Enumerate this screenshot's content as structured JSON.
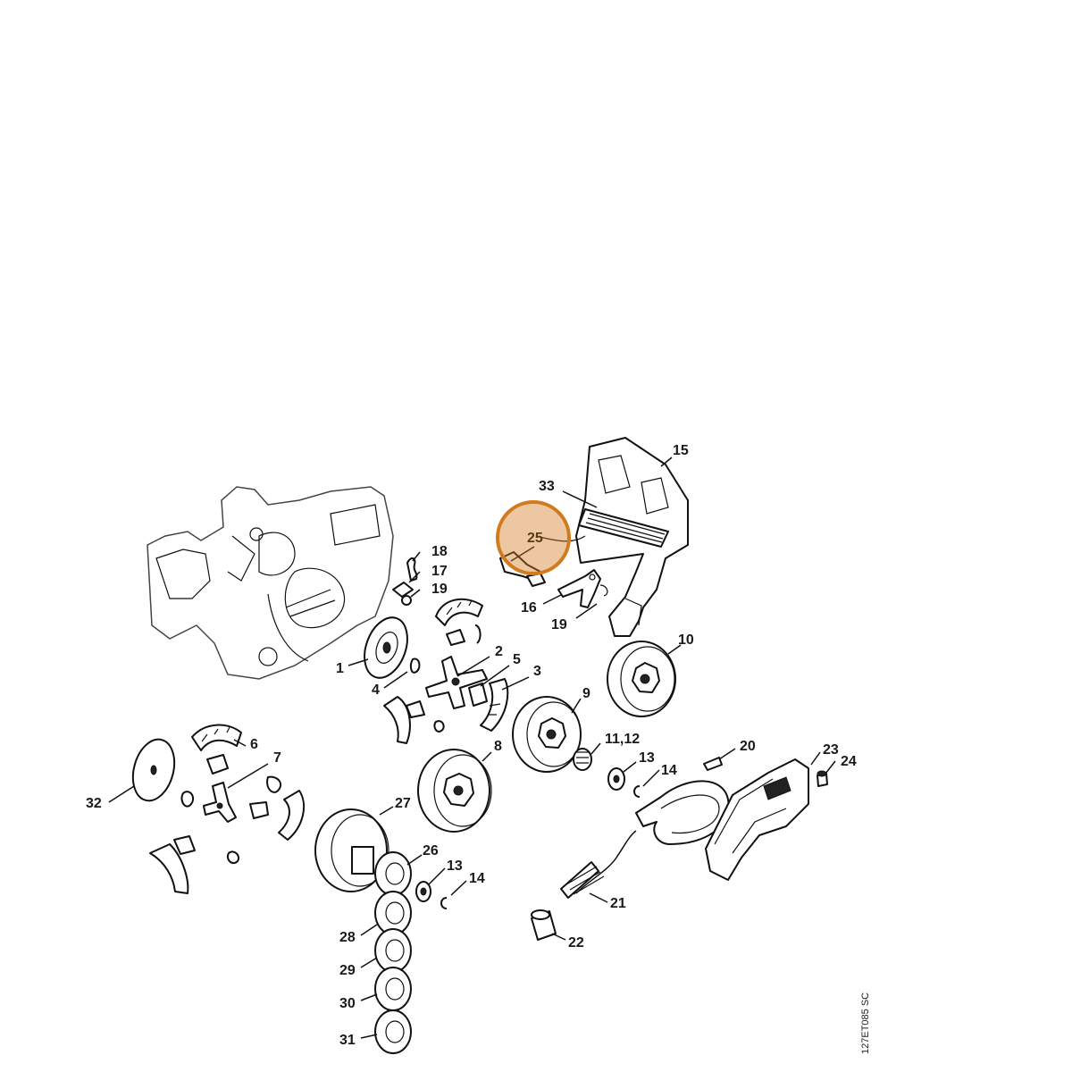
{
  "diagram": {
    "ref_code": "127ET085 SC",
    "highlight": {
      "label": "25",
      "color": "#d27a1e"
    },
    "callouts": [
      "15",
      "33",
      "18",
      "17",
      "19",
      "16",
      "19",
      "1",
      "2",
      "5",
      "3",
      "4",
      "10",
      "9",
      "11,12",
      "8",
      "6",
      "7",
      "32",
      "27",
      "26",
      "13",
      "14",
      "13",
      "14",
      "20",
      "23",
      "24",
      "21",
      "22",
      "28",
      "29",
      "30",
      "31"
    ]
  }
}
